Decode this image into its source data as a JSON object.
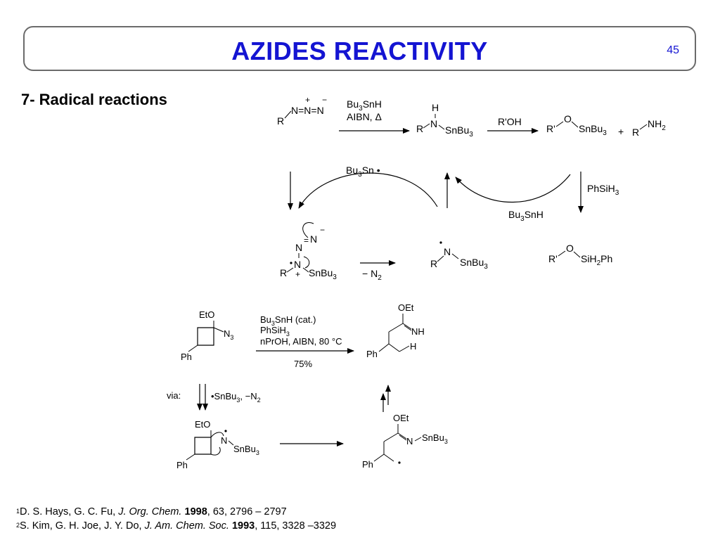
{
  "slide": {
    "title": "AZIDES REACTIVITY",
    "page_number": "45",
    "section_heading": "7- Radical reactions"
  },
  "scheme1": {
    "reagent_top_1": "Bu3SnH",
    "reagent_top_2": "AIBN, Δ",
    "reagent_roh": "R'OH",
    "cycle_left_label": "Bu3Sn •",
    "cycle_right_label": "Bu3SnH",
    "reagent_phsih3": "PhSiH3",
    "loss_n2": "− N2",
    "plus": "+"
  },
  "scheme2": {
    "conditions_1": "Bu3SnH (cat.)",
    "conditions_2": "PhSiH3",
    "conditions_3": "nPrOH, AIBN, 80 °C",
    "yield": "75%",
    "via_label": "via:",
    "via_reagents": "•SnBu3,  −N2"
  },
  "references": [
    {
      "num": "1",
      "authors": "D. S. Hays, G. C. Fu, ",
      "journal": "J. Org. Chem.",
      "year": "1998",
      "rest": ", 63, 2796 – 2797"
    },
    {
      "num": "2",
      "authors": "S. Kim, G. H. Joe, J. Y. Do, ",
      "journal": "J. Am. Chem. Soc.",
      "year": "1993",
      "rest": ", 115, 3328 –3329"
    }
  ],
  "colors": {
    "title": "#1414d2",
    "border": "#6b6b6b"
  }
}
